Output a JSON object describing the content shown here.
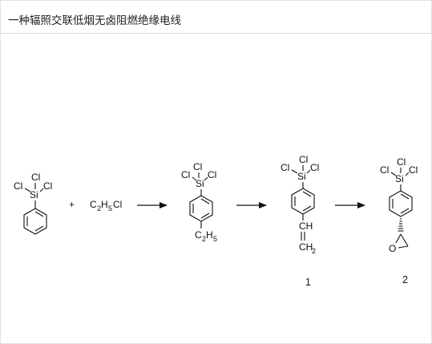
{
  "title": "一种辐照交联低烟无卤阻燃绝缘电线",
  "labels": {
    "cl": "Cl",
    "si": "Si",
    "plus": "+",
    "reagent_c": "C",
    "reagent_h": "H",
    "reagent_cl": "Cl",
    "sub_2": "2",
    "sub_5": "5",
    "ethyl_c": "C",
    "ethyl_h": "H",
    "vinyl_ch": "CH",
    "vinyl_ch2": "CH",
    "epoxide_o": "O"
  },
  "compound_numbers": {
    "compound_1": "1",
    "compound_2": "2"
  }
}
